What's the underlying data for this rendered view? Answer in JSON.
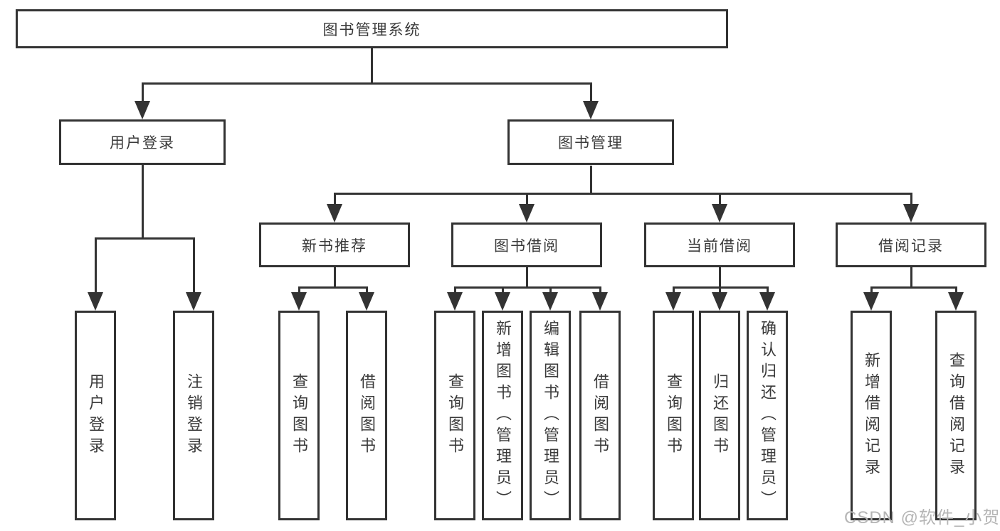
{
  "diagram": {
    "root": {
      "label": "图书管理系统"
    },
    "level2": [
      {
        "label": "用户登录"
      },
      {
        "label": "图书管理"
      }
    ],
    "level3": [
      {
        "label": "新书推荐",
        "parent": "图书管理"
      },
      {
        "label": "图书借阅",
        "parent": "图书管理"
      },
      {
        "label": "当前借阅",
        "parent": "图书管理"
      },
      {
        "label": "借阅记录",
        "parent": "图书管理"
      }
    ],
    "leaves": [
      {
        "label": "用户登录",
        "parent": "用户登录"
      },
      {
        "label": "注销登录",
        "parent": "用户登录"
      },
      {
        "label": "查询图书",
        "parent": "新书推荐"
      },
      {
        "label": "借阅图书",
        "parent": "新书推荐"
      },
      {
        "label": "查询图书",
        "parent": "图书借阅"
      },
      {
        "label": "新增图书（管理员）",
        "parent": "图书借阅"
      },
      {
        "label": "编辑图书（管理员）",
        "parent": "图书借阅"
      },
      {
        "label": "借阅图书",
        "parent": "图书借阅"
      },
      {
        "label": "查询图书",
        "parent": "当前借阅"
      },
      {
        "label": "归还图书",
        "parent": "当前借阅"
      },
      {
        "label": "确认归还（管理员）",
        "parent": "当前借阅"
      },
      {
        "label": "新增借阅记录",
        "parent": "借阅记录"
      },
      {
        "label": "查询借阅记录",
        "parent": "借阅记录"
      }
    ]
  },
  "watermark": {
    "text": "CSDN @软件_小贺同学"
  },
  "colors": {
    "line": "#333333",
    "text": "#3a3a3a",
    "watermark": "#b5b5b5",
    "background": "#ffffff"
  }
}
